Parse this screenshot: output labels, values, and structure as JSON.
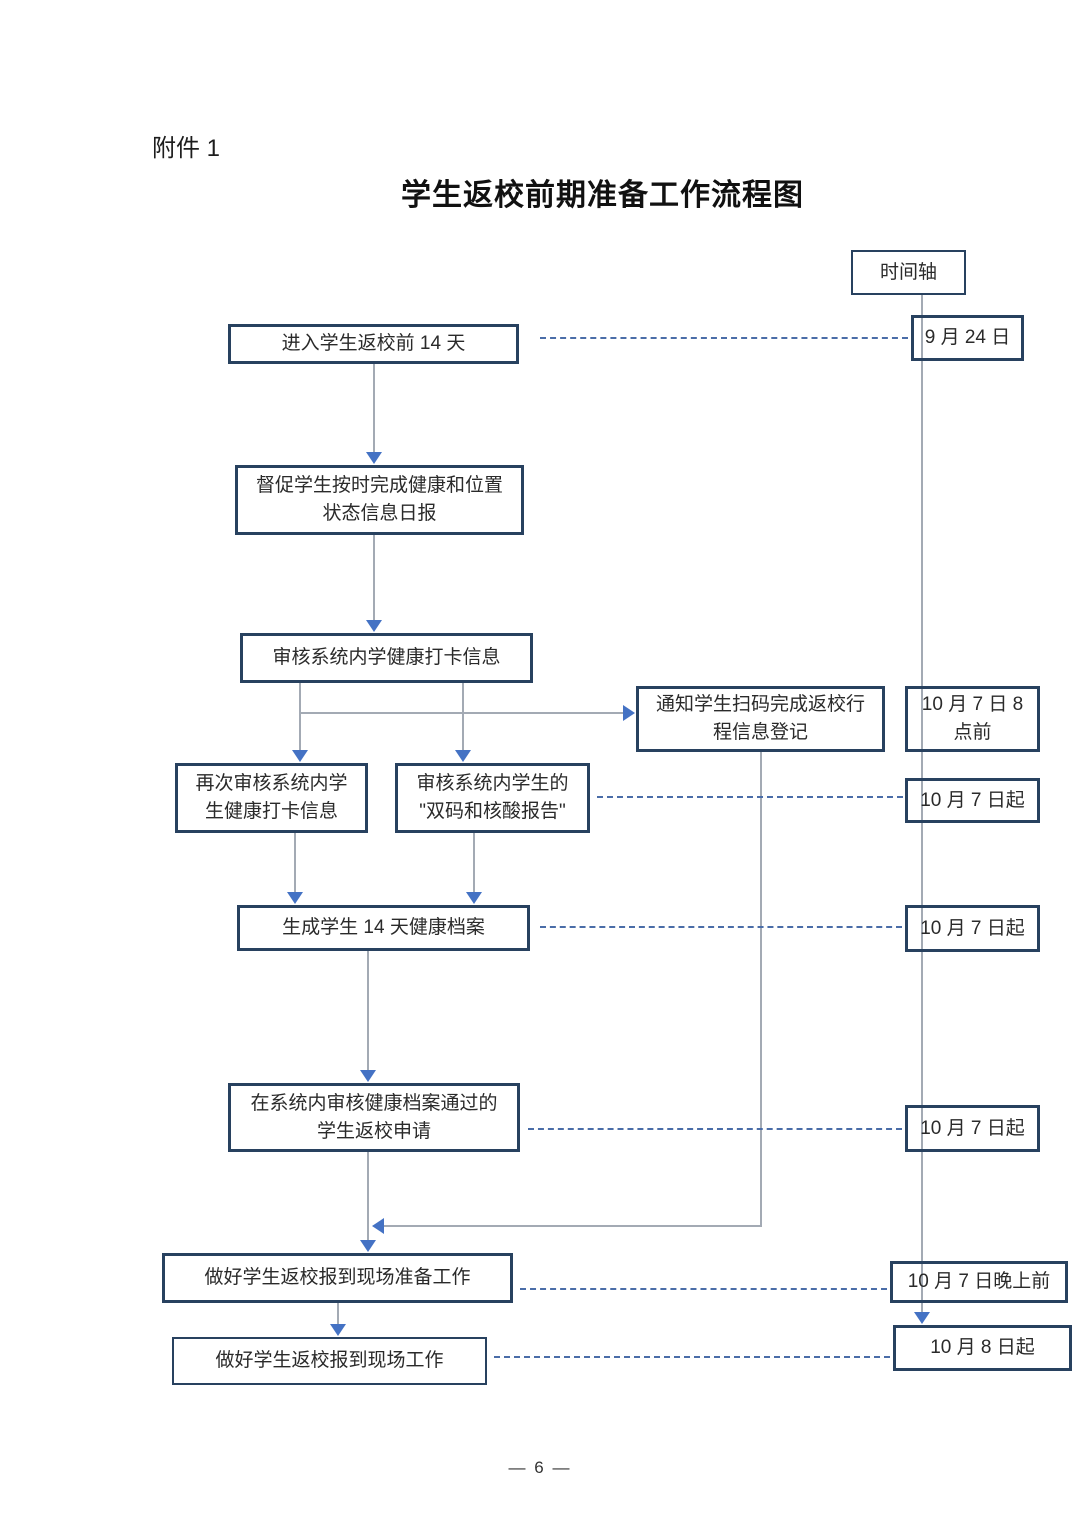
{
  "page": {
    "attachment_label": "附件 1",
    "title": "学生返校前期准备工作流程图",
    "page_number": "— 6 —"
  },
  "timeline": {
    "header": "时间轴",
    "entries": [
      {
        "label": "9 月 24 日"
      },
      {
        "label": "10 月 7 日 8\n点前"
      },
      {
        "label": "10 月 7 日起"
      },
      {
        "label": "10 月 7 日起"
      },
      {
        "label": "10 月 7 日起"
      },
      {
        "label": "10 月 7 日晚上前"
      },
      {
        "label": "10 月 8 日起"
      }
    ]
  },
  "flow": {
    "nodes": [
      {
        "label": "进入学生返校前 14 天"
      },
      {
        "label": "督促学生按时完成健康和位置\n状态信息日报"
      },
      {
        "label": "审核系统内学健康打卡信息"
      },
      {
        "label": "通知学生扫码完成返校行\n程信息登记"
      },
      {
        "label": "再次审核系统内学\n生健康打卡信息"
      },
      {
        "label": "审核系统内学生的\n\"双码和核酸报告\""
      },
      {
        "label": "生成学生 14 天健康档案"
      },
      {
        "label": "在系统内审核健康档案通过的\n学生返校申请"
      },
      {
        "label": "做好学生返校报到现场准备工作"
      },
      {
        "label": "做好学生返校报到现场工作"
      }
    ]
  },
  "colors": {
    "box_border": "#28415f",
    "arrowhead": "#4472c4",
    "dashed_line": "#4a6da8",
    "connector_line": "#a3aab4",
    "text": "#2a2a2a"
  }
}
